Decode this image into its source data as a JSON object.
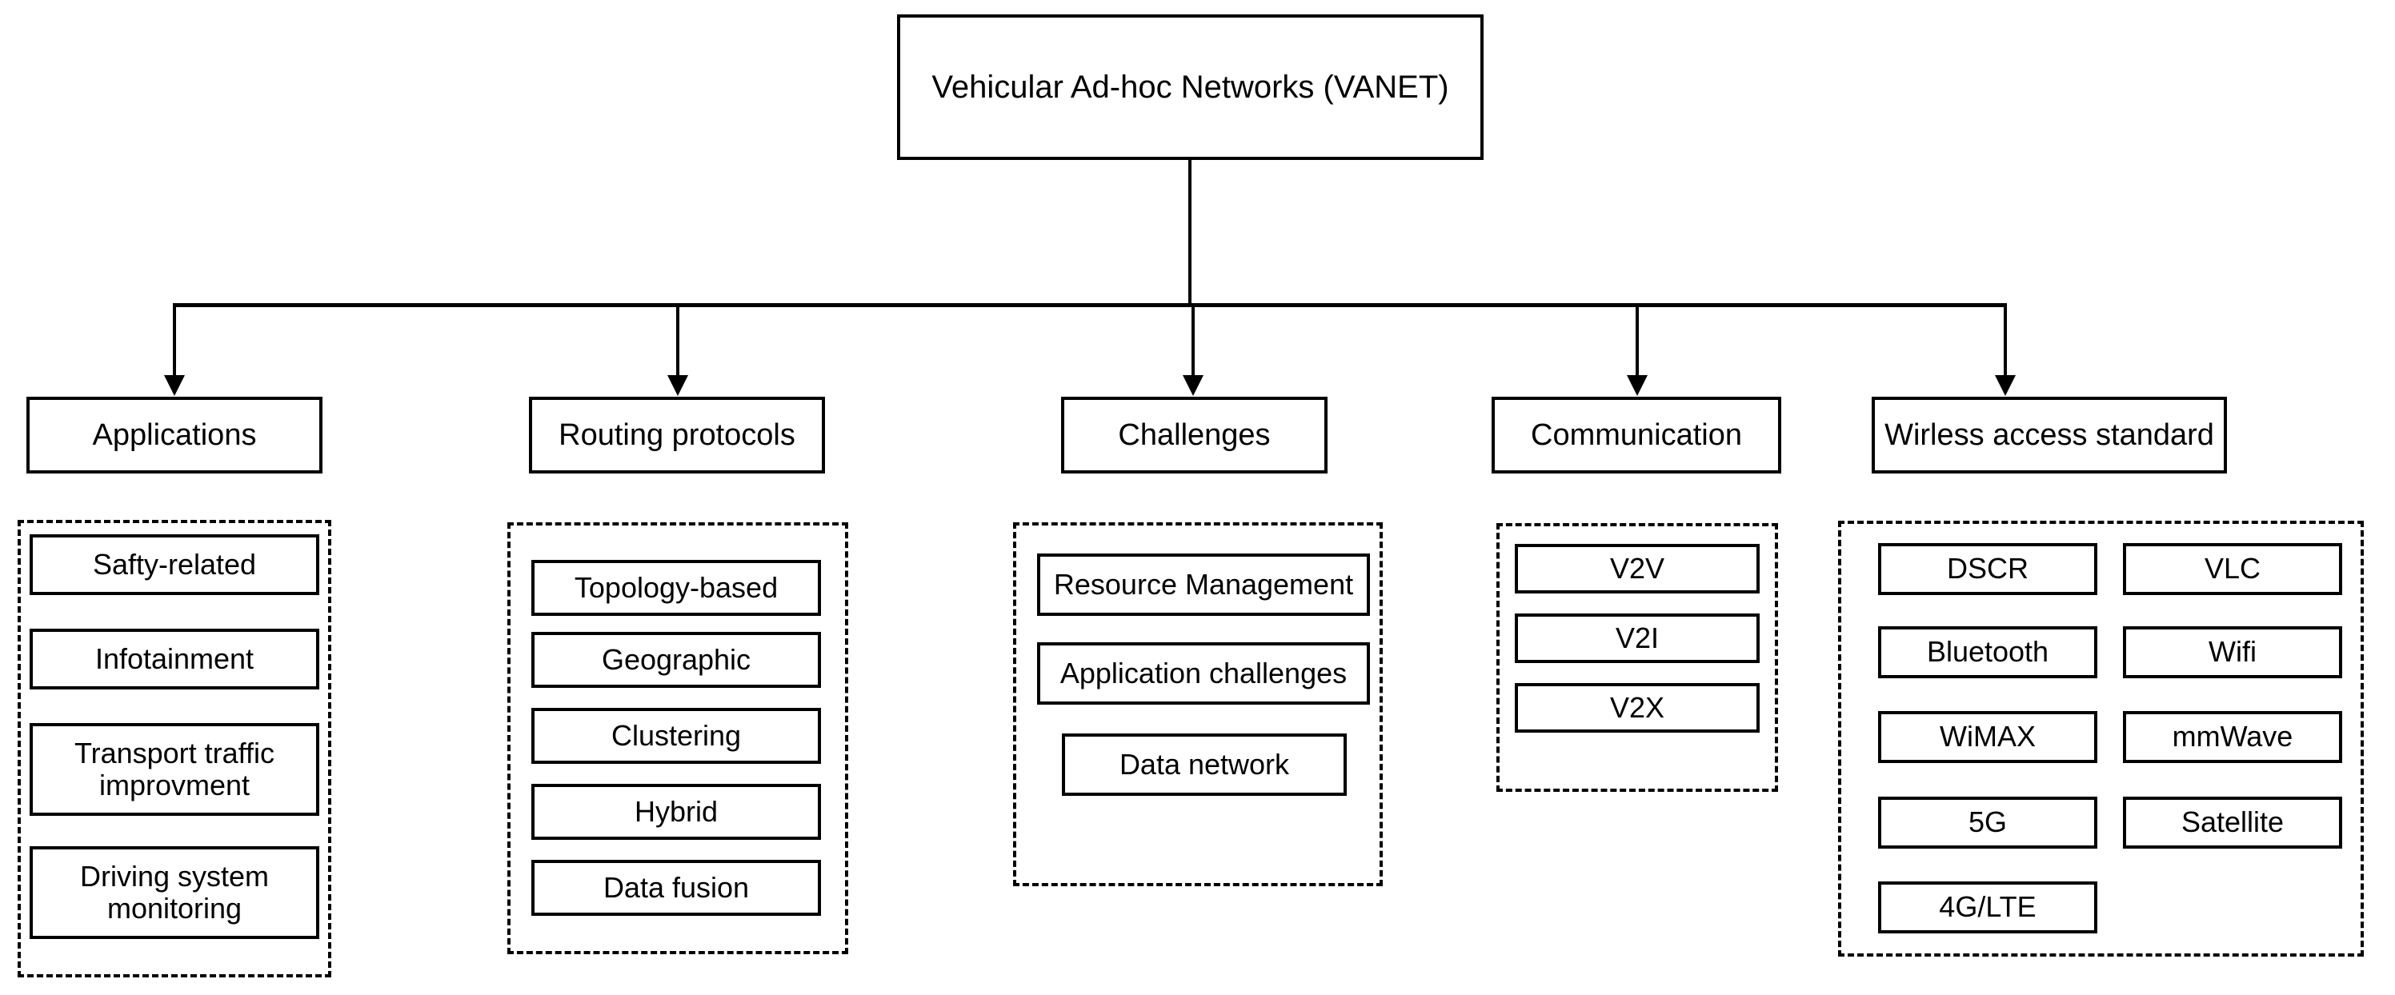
{
  "diagram": {
    "title": "Vehicular Ad-hoc Networks (VANET) taxonomy",
    "root": {
      "label": "Vehicular Ad-hoc Networks (VANET)"
    },
    "branches": [
      {
        "id": "applications",
        "header": "Applications",
        "items": [
          "Safty-related",
          "Infotainment",
          "Transport traffic improvment",
          "Driving system monitoring"
        ]
      },
      {
        "id": "routing-protocols",
        "header": "Routing protocols",
        "items": [
          "Topology-based",
          "Geographic",
          "Clustering",
          "Hybrid",
          "Data fusion"
        ]
      },
      {
        "id": "challenges",
        "header": "Challenges",
        "items": [
          "Resource Management",
          "Application challenges",
          "Data network"
        ]
      },
      {
        "id": "communication",
        "header": "Communication",
        "items": [
          "V2V",
          "V2I",
          "V2X"
        ]
      },
      {
        "id": "wirless-access-standard",
        "header": "Wirless access standard",
        "items_left": [
          "DSCR",
          "Bluetooth",
          "WiMAX",
          "5G",
          "4G/LTE"
        ],
        "items_right": [
          "VLC",
          "Wifi",
          "mmWave",
          "Satellite"
        ]
      }
    ],
    "colors": {
      "stroke": "#000000",
      "fill": "#ffffff",
      "text": "#000000"
    }
  }
}
